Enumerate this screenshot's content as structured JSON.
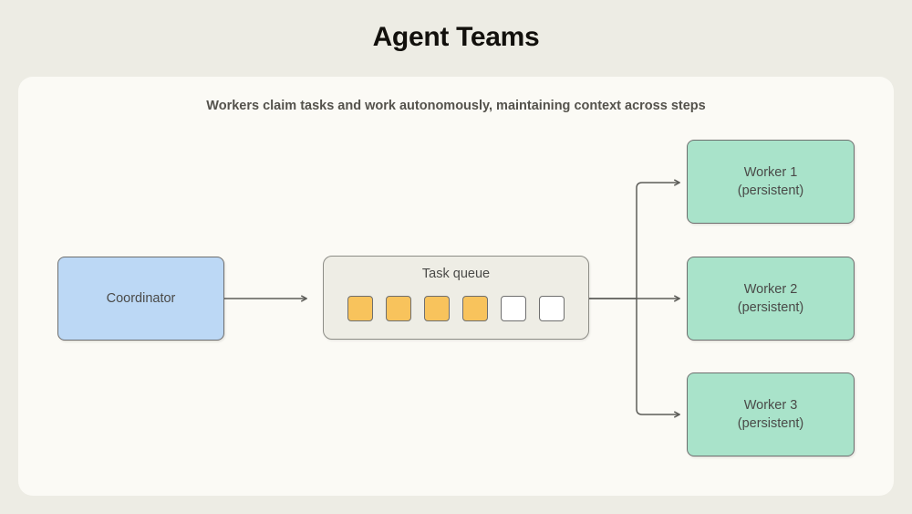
{
  "title": "Agent Teams",
  "card": {
    "subtitle": "Workers claim tasks and work autonomously, maintaining context across steps"
  },
  "diagram": {
    "type": "flow-diagram",
    "coordinator": {
      "label": "Coordinator",
      "fill": "#bcd8f5",
      "stroke": "#6f6f6f"
    },
    "queue": {
      "title": "Task queue",
      "fill": "#eeede5",
      "stroke": "#8d8d87",
      "slot_count": 6,
      "filled_count": 4,
      "empty_count": 2,
      "filled_color": "#f8c35c",
      "empty_color": "#ffffff",
      "slots": [
        "filled",
        "filled",
        "filled",
        "filled",
        "empty",
        "empty"
      ]
    },
    "workers": [
      {
        "name": "Worker 1",
        "state": "(persistent)",
        "fill": "#a9e3ca",
        "stroke": "#6f6f6f"
      },
      {
        "name": "Worker 2",
        "state": "(persistent)",
        "fill": "#a9e3ca",
        "stroke": "#6f6f6f"
      },
      {
        "name": "Worker 3",
        "state": "(persistent)",
        "fill": "#a9e3ca",
        "stroke": "#6f6f6f"
      }
    ],
    "edges": [
      {
        "from": "Coordinator",
        "to": "Task queue"
      },
      {
        "from": "Task queue",
        "to": "Worker 1"
      },
      {
        "from": "Task queue",
        "to": "Worker 2"
      },
      {
        "from": "Task queue",
        "to": "Worker 3"
      }
    ],
    "edge_color": "#5c5c58"
  },
  "colors": {
    "page_background": "#edece4",
    "card_background": "#fbfaf5",
    "title_text": "#12100c",
    "body_text": "#4a4a48",
    "subtitle_text": "#54524c"
  }
}
